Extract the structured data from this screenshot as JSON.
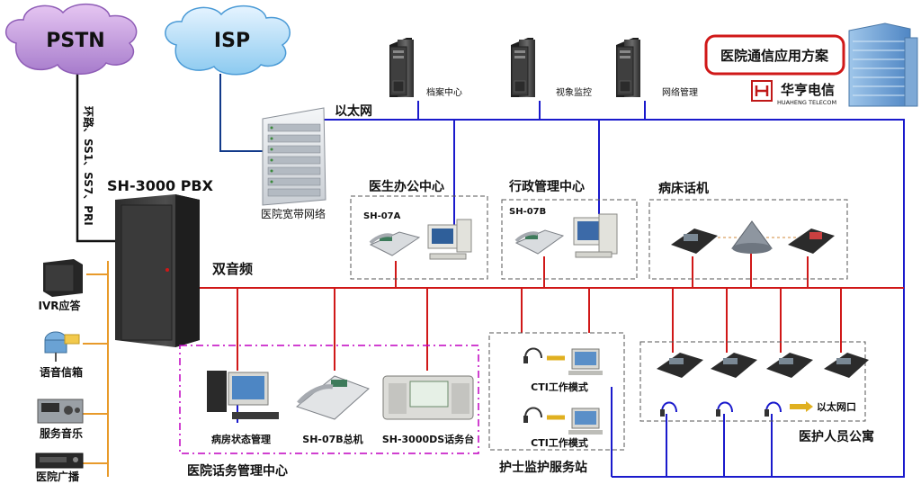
{
  "clouds": {
    "pstn": "PSTN",
    "isp": "ISP"
  },
  "pstn_link_label": "环路、SS1、SS7、PRI",
  "pbx": {
    "title": "SH-3000 PBX"
  },
  "broadband": {
    "label": "医院宽带网络"
  },
  "ethernet": {
    "label": "以太网"
  },
  "dual_tone": {
    "label": "双音频"
  },
  "servers": [
    {
      "label": "档案中心"
    },
    {
      "label": "视象监控"
    },
    {
      "label": "网络管理"
    }
  ],
  "brand": {
    "solution_title": "医院通信应用方案",
    "company_cn": "华亨电信",
    "company_en": "HUAHENG TELECOM"
  },
  "left_devices": [
    {
      "label": "IVR应答"
    },
    {
      "label": "语音信箱"
    },
    {
      "label": "服务音乐"
    },
    {
      "label": "医院广播"
    }
  ],
  "groups": {
    "doctor_office": {
      "title": "医生办公中心",
      "model": "SH-07A"
    },
    "admin_center": {
      "title": "行政管理中心",
      "model": "SH-07B"
    },
    "bedside": {
      "title": "病床话机"
    },
    "operator_center": {
      "title": "医院话务管理中心",
      "items": [
        "病房状态管理",
        "SH-07B总机",
        "SH-3000DS话务台"
      ]
    },
    "nurse_station": {
      "title": "护士监护服务站",
      "cti_items": [
        "CTI工作模式",
        "CTI工作模式"
      ]
    },
    "staff_dorm": {
      "title": "医护人员公寓",
      "ethernet_port": "以太网口"
    }
  },
  "colors": {
    "ethernet_line": "#1a1acc",
    "voice_line": "#d01818",
    "operator_box": "#c000c0",
    "brand_red": "#d01818"
  }
}
